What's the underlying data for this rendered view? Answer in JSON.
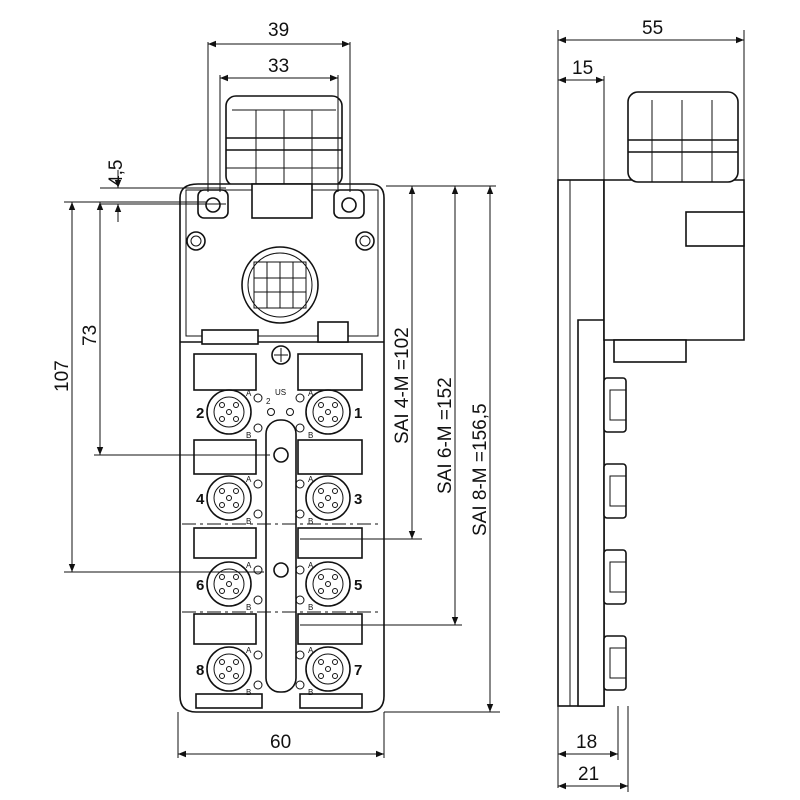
{
  "dimensions": {
    "front_width_top": "39",
    "front_width_inner": "33",
    "hole_offset": "4,5",
    "height_73": "73",
    "height_107": "107",
    "sai_4m": "SAI 4-M =102",
    "sai_6m": "SAI 6-M =152",
    "sai_8m": "SAI 8-M =156,5",
    "front_width_bottom": "60",
    "side_total": "55",
    "side_15": "15",
    "side_18": "18",
    "side_21": "21"
  },
  "port_numbers": [
    "1",
    "2",
    "3",
    "4",
    "5",
    "6",
    "7",
    "8"
  ],
  "pin_labels": {
    "a": "A",
    "b": "B"
  },
  "indicator_labels": {
    "us": "US",
    "us2": "2"
  }
}
